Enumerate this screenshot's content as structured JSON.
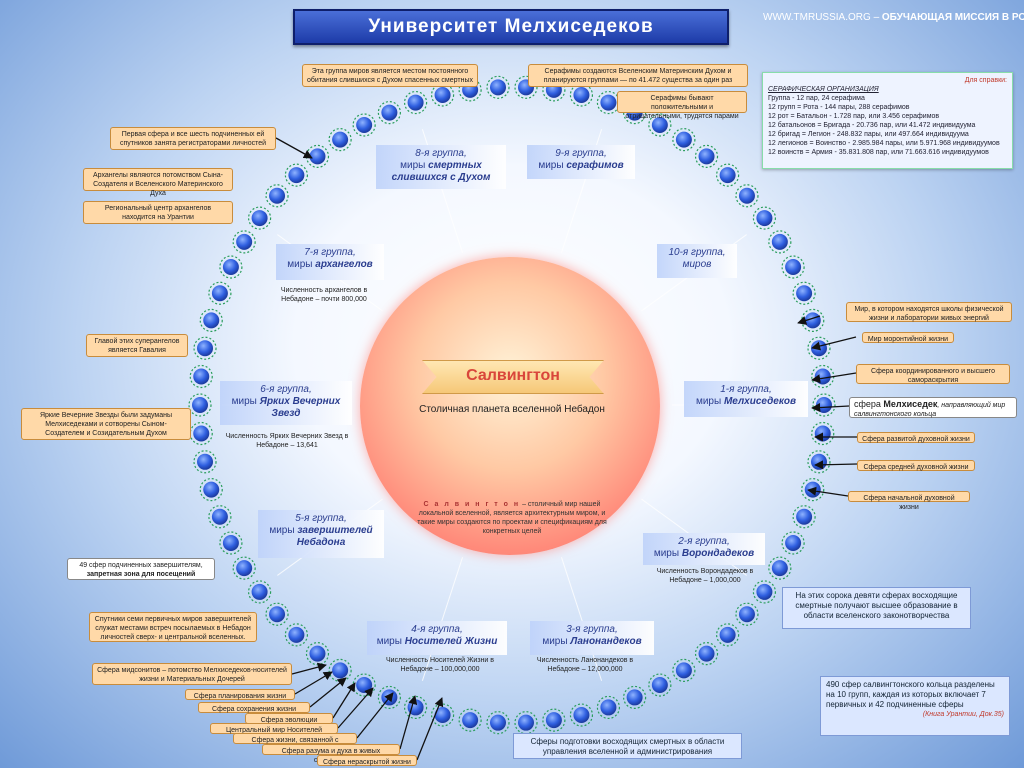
{
  "title": "Университет Мелхиседеков",
  "site": {
    "url": "WWW.TMRUSSIA.ORG",
    "sep": "–",
    "name": "ОБУЧАЮЩАЯ МИССИЯ В РОССИИ"
  },
  "center": {
    "name": "Салвингтон",
    "subtitle": "Столичная планета вселенной Небадон",
    "desc_name": "С а л в и н г т о н",
    "desc_text": "– столичный мир нашей локальной вселенной, является архитектурным миром, и такие миры создаются по проектам и спецификациям для конкретных целей"
  },
  "groups": [
    {
      "num": "1-я группа,",
      "name_prefix": "миры ",
      "name": "Мелхиседеков"
    },
    {
      "num": "2-я группа,",
      "name_prefix": "миры ",
      "name": "Ворондадеков",
      "caption": "Численность Ворондадеков в Небадоне – 1,000,000"
    },
    {
      "num": "3-я группа,",
      "name_prefix": "миры ",
      "name": "Ланонандеков",
      "caption": "Численность Ланонандеков в Небадоне – 12,000,000"
    },
    {
      "num": "4-я группа,",
      "name_prefix": "миры ",
      "name": "Носителей Жизни",
      "caption": "Численность Носителей Жизни в Небадоне – 100,000,000"
    },
    {
      "num": "5-я группа,",
      "name_prefix": "миры ",
      "name": "завершителей Небадона"
    },
    {
      "num": "6-я группа,",
      "name_prefix": "миры ",
      "name": "Ярких Вечерних Звезд",
      "caption": "Численность Ярких Вечерних Звезд в Небадоне – 13,641"
    },
    {
      "num": "7-я группа,",
      "name_prefix": "миры ",
      "name": "архангелов",
      "caption": "Численность архангелов в Небадоне – почти 800,000"
    },
    {
      "num": "8-я группа,",
      "name_prefix": "миры ",
      "name": "смертных слившихся с Духом"
    },
    {
      "num": "9-я группа,",
      "name_prefix": "миры ",
      "name": "серафимов"
    },
    {
      "num": "10-я группа,",
      "name_prefix": "",
      "name": "миров"
    }
  ],
  "notes": {
    "top_left": "Эта группа миров является местом постоянного обитания слившихся с Духом спасенных смертных",
    "top_right1": "Серафимы создаются Вселенским Материнским Духом и планируются группами — по 41.472 существа за один раз",
    "top_right2": "Серафимы бывают положительными и отрицательными, трудятся парами",
    "first_sphere": "Первая сфера и все шесть подчиненных ей спутников занята регистраторами личностей",
    "archangels": "Архангелы являются потомством Сына-Создателя и Вселенского Материнского Духа",
    "regional": "Региональный центр архангелов находится на Урантии",
    "gavalia": "Главой этих суперангелов является Гавалия",
    "evening_stars": "Яркие Вечерние Звезды были задуманы Мелхиседеками и сотворены Сыном-Создателем и Созидательным Духом",
    "fifty": "49 сфер подчиненных завершителям,",
    "fifty_bold": "запретная зона для посещений",
    "satellites": "Спутники семи первичных миров завершителей служат местами встреч посылаемых в Небадон личностей сверх- и центральной вселенных.",
    "midsonites": "Сфера мидсонитов – потомство Мелхиседеков-носителей жизни и Материальных Дочерей"
  },
  "left_spheres": [
    "Сфера планирования жизни",
    "Сфера сохранения жизни",
    "Сфера эволюции жизни",
    "Центральный мир Носителей Жизни",
    "Сфера жизни, связанной с разумом",
    "Сфера разума и духа в живых существах",
    "Сфера нераскрытой жизни"
  ],
  "right_spheres": [
    "Мир, в котором находятся школы физической жизни и лаборатории живых энергий",
    "Мир моронтийной жизни",
    "Сфера координированного и высшего самораскрытия",
    "Сфера развитой духовной жизни",
    "Сфера средней духовной жизни",
    "Сфера начальной духовной жизни"
  ],
  "melch_sphere": {
    "prefix": "сфера ",
    "name": "Мелхиседек",
    "suffix": ", направляющий мир салвингтонского кольца"
  },
  "reference": {
    "tag": "Для справки:",
    "head": "СЕРАФИЧЕСКАЯ ОРГАНИЗАЦИЯ",
    "lines": [
      "Группа - 12 пар, 24 серафима",
      "12 групп = Рота - 144 пары, 288 серафимов",
      "12 рот = Батальон - 1.728 пар, или 3.456 серафимов",
      "12 батальонов = Бригада - 20.736 пар, или 41.472 индивидуума",
      "12 бригад = Легион - 248.832 пары, или 497.664 индивидуума",
      "12 легионов = Воинство - 2.985.984 пары, или 5.971.968 индивидуумов",
      "12 воинств = Армия - 35.831.808 пар, или 71.663.616 индивидуумов"
    ]
  },
  "education_box": "На этих сорока девяти сферах восходящие смертные получают высшее образование в области вселенского законотворчества",
  "bottom_box": "Сферы подготовки восходящих смертных в области управления вселенной и администрирования",
  "ring_box": {
    "text": "490 сфер салвингтонского кольца разделены на 10 групп, каждая из которых включает 7 первичных и 42 подчиненные сферы",
    "source": "(Книга Урантии, Док.35)"
  }
}
